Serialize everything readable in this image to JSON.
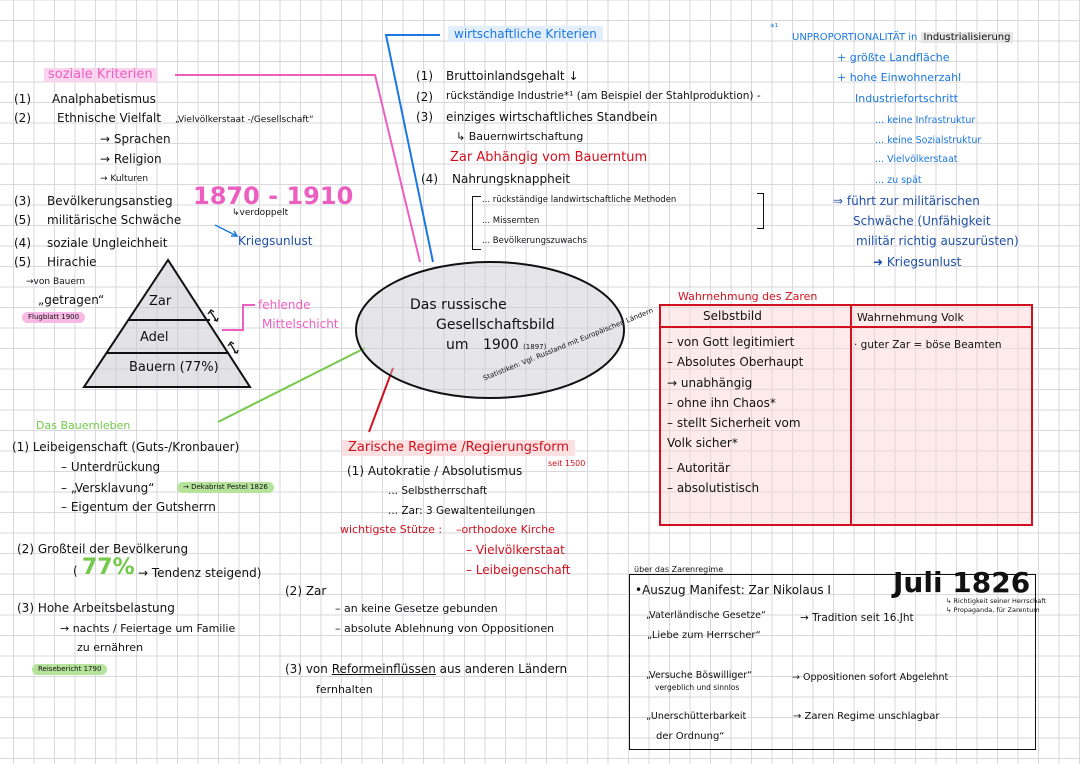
{
  "colors": {
    "social": "#ec5fc0",
    "economic": "#1a78e0",
    "regime": "#d0101c",
    "peasant": "#72c94a",
    "grid": "#d9d9dd"
  },
  "center": {
    "line1": "Das russische",
    "line2": "Gesellschaftsbild",
    "line3": "um",
    "year": "1900",
    "year_note": "(1897)",
    "stats_note": "Statistiken: Vgl. Russland mit Europäischen Ländern"
  },
  "social": {
    "title": "soziale Kriterien",
    "items": [
      {
        "num": "(1)",
        "text": "Analphabetismus"
      },
      {
        "num": "(2)",
        "text": "Ethnische Vielfalt",
        "quote": "„Vielvölkerstaat -/Gesellschaft“"
      },
      {
        "num": "(3)",
        "text": "Bevölkerungsanstieg"
      },
      {
        "num": "(5)",
        "text": "militärische Schwäche"
      },
      {
        "num": "(4)",
        "text": "soziale Ungleichheit"
      },
      {
        "num": "(5)",
        "text": "Hirachie"
      }
    ],
    "sub_ethnic": [
      "→ Sprachen",
      "→ Religion",
      "→ Kulturen"
    ],
    "years": "1870 - 1910",
    "doubled": "↳verdoppelt",
    "war_reluctance": "Kriegsunlust",
    "hierarchy_note1": "→von Bauern",
    "hierarchy_note2": "„getragen“",
    "flyer": "Flugblatt 1900",
    "pyramid": [
      "Zar",
      "Adel",
      "Bauern (77%)"
    ],
    "missing_middle1": "fehlende",
    "missing_middle2": "Mittelschicht"
  },
  "economic": {
    "title": "wirtschaftliche Kriterien",
    "items": [
      {
        "num": "(1)",
        "text": "Bruttoinlandsgehalt ↓"
      },
      {
        "num": "(2)",
        "text": "rückständige Industrie*¹ (am Beispiel der Stahlproduktion) -"
      },
      {
        "num": "(3)",
        "text": "einziges wirtschaftliches Standbein"
      },
      {
        "num": "(4)",
        "text": "Nahrungsknappheit"
      }
    ],
    "sub_farming": "↳ Bauernwirtschaftung",
    "tsar_dependent": "Zar Abhängig vom Bauerntum",
    "scarcity": [
      "... rückständige landwirtschaftliche Methoden",
      "... Missernten",
      "... Bevölkerungszuwachs"
    ]
  },
  "footnote": {
    "marker": "*¹",
    "title": "UNPROPORTIONALITÄT in",
    "title_b": "Industrialisierung",
    "plus": [
      "+ größte Landfläche",
      "+ hohe Einwohnerzahl"
    ],
    "progress": "Industriefortschritt",
    "sub": [
      "... keine Infrastruktur",
      "... keine Sozialstruktur",
      "... Vielvölkerstaat",
      "... zu spät"
    ],
    "conclusion1": "⇒ führt zur militärischen",
    "conclusion2": "Schwäche (Unfähigkeit",
    "conclusion3": "militär richtig auszurüsten)",
    "war": "➜ Kriegsunlust"
  },
  "perception": {
    "title": "Wahrnehmung des Zaren",
    "col1_header": "Selbstbild",
    "col2_header": "Wahrnehmung Volk",
    "col1": [
      "– von Gott legitimiert",
      "– Absolutes Oberhaupt",
      "→ unabhängig",
      "– ohne ihn Chaos*",
      "– stellt Sicherheit vom",
      "   Volk sicher*",
      "– Autoritär",
      "– absolutistisch"
    ],
    "col2": [
      "· guter Zar = böse Beamten"
    ]
  },
  "peasants": {
    "title": "Das Bauernleben",
    "serfdom": "(1) Leibeigenschaft (Guts-/Kronbauer)",
    "serf_items": [
      "– Unterdrückung",
      "– „Versklavung“",
      "– Eigentum der Gutsherrn"
    ],
    "decembrist": "→ Dekabrist Pestel 1826",
    "majority": "(2) Großteil der Bevölkerung",
    "percent_open": "(",
    "percent": "77%",
    "trend": "→ Tendenz steigend)",
    "workload": "(3) Hohe Arbeitsbelastung",
    "workload_sub1": "→ nachts / Feiertage um Familie",
    "workload_sub2": "zu ernähren",
    "travel_report": "Reisebericht 1790"
  },
  "regime": {
    "title": "Zarische Regime /Regierungsform",
    "since": "seit 1500",
    "autocracy": "(1) Autokratie / Absolutismus",
    "auto_sub": [
      "... Selbstherrschaft",
      "... Zar: 3 Gewaltenteilungen"
    ],
    "pillars_label": "wichtigste Stütze :",
    "pillars": [
      "–orthodoxe Kirche",
      "– Vielvölkerstaat",
      "– Leibeigenschaft"
    ],
    "tsar": "(2) Zar",
    "tsar_items": [
      "– an keine Gesetze gebunden",
      "– absolute Ablehnung von Oppositionen"
    ],
    "reform_num": "(3) von",
    "reform_u": "Reformeinflüssen",
    "reform_rest": "aus anderen Ländern",
    "reform_end": "fernhalten"
  },
  "manifest": {
    "heading": "über das Zarenregime",
    "line1": "•Auszug Manifest: Zar Nikolaus I",
    "date": "Juli 1826",
    "date_note1": "↳ Richtigkeit seiner Herrschaft",
    "date_note2": "↳ Propaganda, für Zarentum",
    "q1": "„Vaterländische Gesetze“",
    "q1_arrow": "→ Tradition seit 16.Jht",
    "q2": "„Liebe zum Herrscher“",
    "q3": "„Versuche Böswilliger“",
    "q3_sub": "vergeblich und sinnlos",
    "q3_arrow": "→ Oppositionen sofort Abgelehnt",
    "q4": "„Unerschütterbarkeit",
    "q4_b": "der Ordnung“",
    "q4_arrow": "→ Zaren Regime unschlagbar"
  }
}
